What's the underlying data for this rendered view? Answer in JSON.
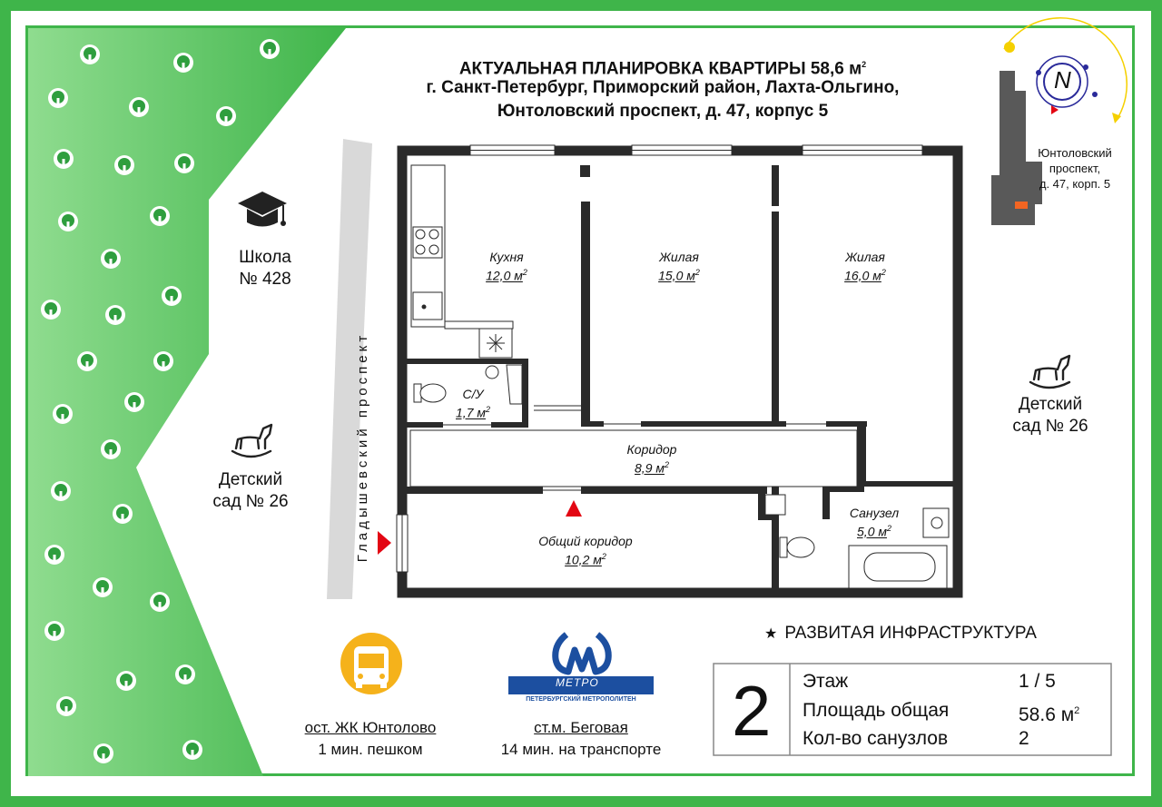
{
  "header": {
    "line1": "АКТУАЛЬНАЯ ПЛАНИРОВКА КВАРТИРЫ  58,6 м",
    "sup": "2",
    "line2": "г. Санкт-Петербург, Приморский район, Лахта-Ольгино,",
    "line3": "Юнтоловский проспект, д. 47, корпус 5"
  },
  "compass": {
    "label": "N"
  },
  "location_map": {
    "label": [
      "Юнтоловский",
      "проспект,",
      "д. 47, корп. 5"
    ]
  },
  "street": {
    "name": "Гладышевский проспект"
  },
  "pois": {
    "school": {
      "line1": "Школа",
      "line2": "№ 428",
      "icon": "graduation-cap-icon"
    },
    "kindergarten_left": {
      "line1": "Детский",
      "line2": "сад № 26",
      "icon": "rocking-horse-icon"
    },
    "kindergarten_right": {
      "line1": "Детский",
      "line2": "сад № 26",
      "icon": "rocking-horse-icon"
    }
  },
  "rooms": [
    {
      "id": "kitchen",
      "name": "Кухня",
      "area": "12,0 м"
    },
    {
      "id": "living1",
      "name": "Жилая",
      "area": "15,0 м"
    },
    {
      "id": "living2",
      "name": "Жилая",
      "area": "16,0 м"
    },
    {
      "id": "wc",
      "name": "С/У",
      "area": "1,7 м"
    },
    {
      "id": "corridor",
      "name": "Коридор",
      "area": "8,9 м"
    },
    {
      "id": "common",
      "name": "Общий коридор",
      "area": "10,2 м"
    },
    {
      "id": "bath",
      "name": "Санузел",
      "area": "5,0 м"
    }
  ],
  "area_unit_sup": "2",
  "infrastructure": {
    "label": "РАЗВИТАЯ ИНФРАСТРУКТУРА",
    "icon": "star-icon"
  },
  "transit": {
    "bus": {
      "stop": "ост. ЖК Юнтолово",
      "time": "1 мин. пешком",
      "icon": "bus-icon",
      "color": "#f5b21b"
    },
    "metro": {
      "logo_text": "МЕТРО",
      "logo_subtext": "ПЕТЕРБУРГСКИЙ МЕТРОПОЛИТЕН",
      "station": "ст.м. Беговая",
      "time": "14 мин. на транспорте",
      "icon": "metro-logo-icon",
      "color": "#1c4fa0"
    }
  },
  "info": {
    "rooms_count": "2",
    "rows": [
      {
        "label": "Этаж",
        "value": "1 / 5"
      },
      {
        "label": "Площадь общая",
        "value": "58.6 м",
        "sup": "2"
      },
      {
        "label": "Кол-во санузлов",
        "value": "2"
      }
    ]
  },
  "colors": {
    "green": "#3fb54a",
    "park": "#5ec968",
    "wall": "#2a2a2a",
    "accent_red": "#e30613",
    "location_highlight": "#f26522"
  }
}
